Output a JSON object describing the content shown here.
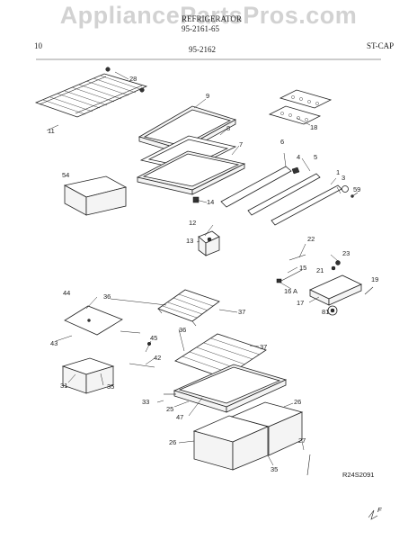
{
  "watermark": "AppliancePartsPros.com",
  "header": {
    "page_no": "10",
    "title_line1": "REFRIGERATOR",
    "title_line2": "95-2161-65",
    "model_ref": "95-2162",
    "section": "ST-CAP"
  },
  "diagram_code": "R24S2091",
  "signature_mark": "F",
  "callouts": [
    "28",
    "11",
    "9",
    "18",
    "8",
    "7",
    "6",
    "4",
    "5",
    "3",
    "59",
    "1",
    "54",
    "14",
    "12",
    "13",
    "22",
    "23",
    "15",
    "21",
    "16 A",
    "17",
    "81",
    "19",
    "44",
    "36",
    "37",
    "43",
    "45",
    "42",
    "36",
    "37",
    "31",
    "35",
    "33",
    "25",
    "47",
    "26",
    "26",
    "27",
    "35"
  ]
}
